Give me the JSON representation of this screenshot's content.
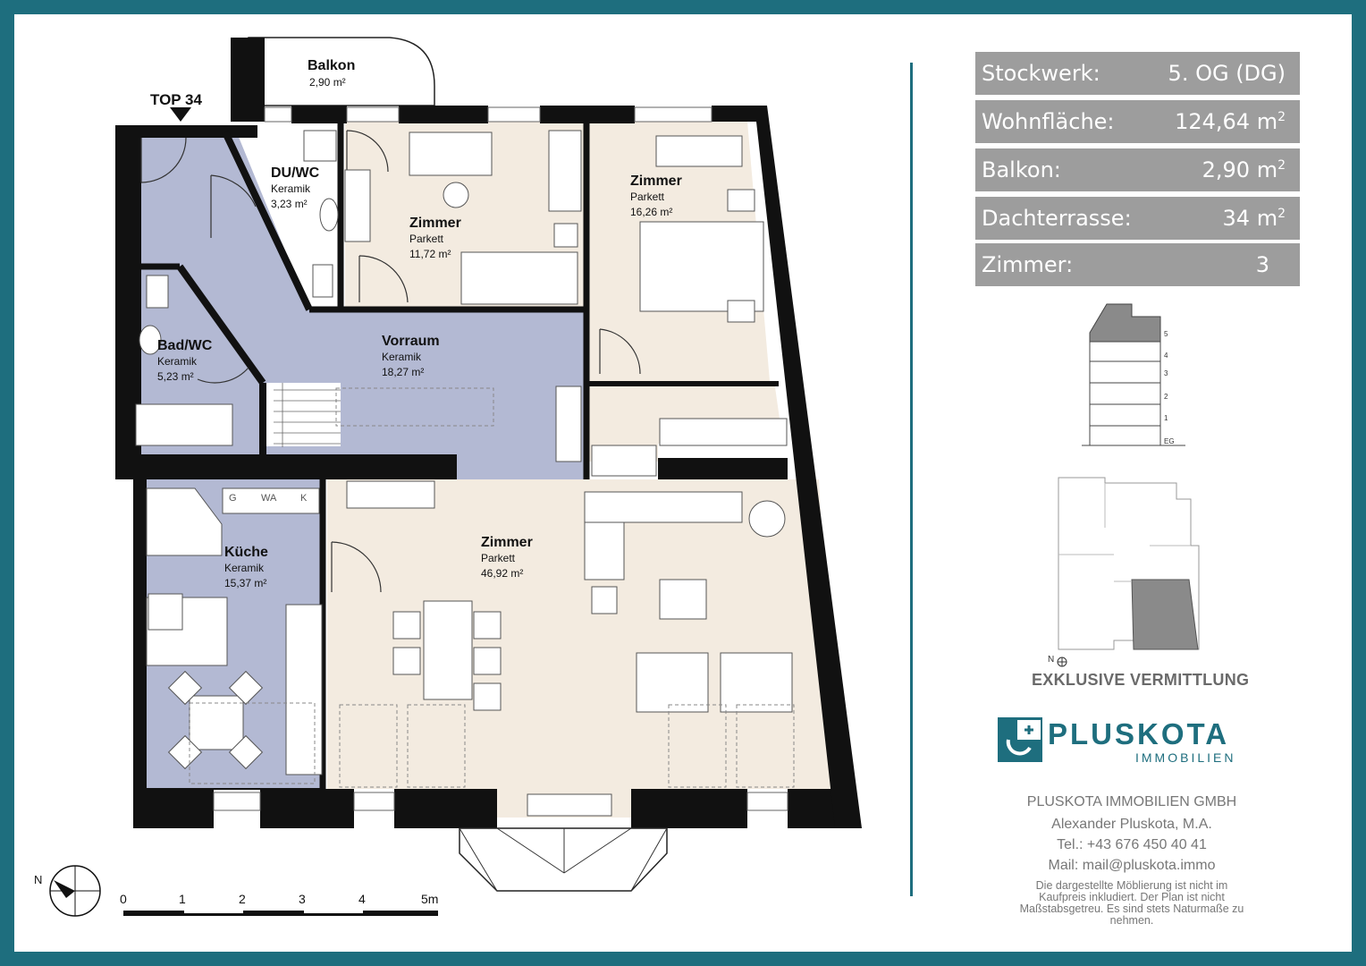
{
  "plan": {
    "unit": "TOP 34",
    "rooms": [
      {
        "name": "Balkon",
        "floor": "",
        "area": "2,90 m²"
      },
      {
        "name": "DU/WC",
        "floor": "Keramik",
        "area": "3,23 m²"
      },
      {
        "name": "Zimmer",
        "floor": "Parkett",
        "area": "11,72 m²"
      },
      {
        "name": "Zimmer",
        "floor": "Parkett",
        "area": "16,26 m²"
      },
      {
        "name": "Bad/WC",
        "floor": "Keramik",
        "area": "5,23 m²"
      },
      {
        "name": "Vorraum",
        "floor": "Keramik",
        "area": "18,27 m²"
      },
      {
        "name": "Küche",
        "floor": "Keramik",
        "area": "15,37 m²"
      },
      {
        "name": "Zimmer",
        "floor": "Parkett",
        "area": "46,92 m²"
      }
    ],
    "appliance_labels": [
      "G",
      "WA",
      "K"
    ],
    "north_label": "N",
    "scale_labels": [
      "0",
      "1",
      "2",
      "3",
      "4",
      "5m"
    ]
  },
  "info": {
    "rows": [
      {
        "label": "Stockwerk:",
        "value": "5. OG (DG)",
        "sup": ""
      },
      {
        "label": "Wohnfläche:",
        "value": "124,64 m",
        "sup": "2"
      },
      {
        "label": "Balkon:",
        "value": "2,90 m",
        "sup": "2"
      },
      {
        "label": "Dachterrasse:",
        "value": "34 m",
        "sup": "2"
      },
      {
        "label": "Zimmer:",
        "value": "3",
        "sup": ""
      }
    ]
  },
  "elevation": {
    "floors": [
      "5",
      "4",
      "3",
      "2",
      "1",
      "EG"
    ]
  },
  "siteplan": {
    "north_label": "N"
  },
  "branding": {
    "exclusive": "EXKLUSIVE VERMITTLUNG",
    "logo_main": "PLUSKOTA",
    "logo_sub": "IMMOBILIEN",
    "company": "PLUSKOTA IMMOBILIEN GMBH",
    "person": "Alexander Pluskota, M.A.",
    "phone": "Tel.: +43 676 450 40 41",
    "mail": "Mail: mail@pluskota.immo",
    "disclaimer": "Die dargestellte Möblierung ist nicht im Kaufpreis inkludiert. Der Plan ist nicht Maßstabsgetreu. Es sind stets Naturmaße zu nehmen."
  },
  "colors": {
    "frame": "#1e6e7e",
    "wall": "#111111",
    "wet_area": "#b3b9d3",
    "wood_floor": "#f3ebe0",
    "info_bg": "#9d9d9d"
  }
}
